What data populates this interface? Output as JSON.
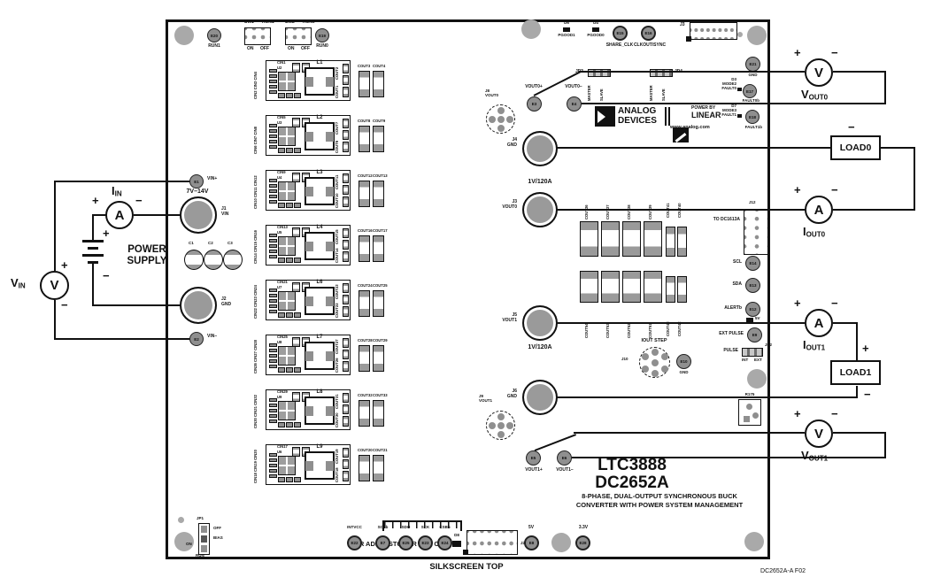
{
  "input": {
    "e1": {
      "id": "E1",
      "label": "VIN+",
      "range": "7V–14V"
    },
    "j1": {
      "id": "J1",
      "label": "VIN"
    },
    "caps": [
      "C1",
      "C2",
      "C3"
    ],
    "j2": {
      "id": "J2",
      "label": "GND"
    },
    "e2": {
      "id": "E2",
      "label": "VIN−"
    }
  },
  "external": {
    "power_supply": {
      "line1": "POWER",
      "line2": "SUPPLY"
    },
    "meters": {
      "vin": {
        "glyph": "V",
        "label": "V",
        "sub": "IN"
      },
      "iin": {
        "glyph": "A",
        "label": "I",
        "sub": "IN"
      },
      "vout0": {
        "glyph": "V",
        "label": "V",
        "sub": "OUT0"
      },
      "iout0": {
        "glyph": "A",
        "label": "I",
        "sub": "OUT0"
      },
      "iout1": {
        "glyph": "A",
        "label": "I",
        "sub": "OUT1"
      },
      "vout1": {
        "glyph": "V",
        "label": "V",
        "sub": "OUT1"
      }
    },
    "loads": {
      "load0": "LOAD0",
      "load1": "LOAD1"
    },
    "marks": {
      "plus": "+",
      "minus": "−"
    }
  },
  "board": {
    "switches": {
      "e20": {
        "id": "E20",
        "label": "RUN1"
      },
      "sw1": {
        "id": "SW1",
        "signal": "RUN1",
        "on": "ON",
        "off": "OFF"
      },
      "sw2": {
        "id": "SW2",
        "signal": "RUN0",
        "on": "ON",
        "off": "OFF"
      },
      "e19": {
        "id": "E19",
        "label": "RUN0"
      }
    },
    "top": {
      "d6": {
        "id": "D6",
        "label": "PGOOD1"
      },
      "d4": {
        "id": "D4",
        "label": "PGOOD0"
      },
      "e15": {
        "id": "E15",
        "label": "SHARE_CLK"
      },
      "e16": {
        "id": "E16",
        "label": "CLKOUT/SYNC"
      },
      "j3": {
        "id": "J3"
      }
    },
    "sync_jumpers": {
      "jp3": {
        "id": "JP3",
        "a": "MASTER",
        "b": "SLAVE"
      },
      "jp4": {
        "id": "JP4",
        "a": "MASTER",
        "b": "SLAVE"
      }
    },
    "logo": {
      "adi_line1": "ANALOG",
      "adi_line2": "DEVICES",
      "power_by": "POWER BY",
      "linear": "LINEAR",
      "url": "www.analog.com"
    },
    "channels": [
      {
        "l": "L1",
        "cin": "CIN1",
        "u": "U2",
        "ct": "COUT2",
        "cb": "COUT1",
        "ca": "COUT3",
        "cbb": "COUT4",
        "side": "CIN2 CIN3 CIN4"
      },
      {
        "l": "L2",
        "cin": "CIN5",
        "u": "U3",
        "ct": "COUT7",
        "cb": "COUT6",
        "ca": "COUT8",
        "cbb": "COUT9",
        "side": "CIN6 CIN7 CIN8"
      },
      {
        "l": "L3",
        "cin": "CIN9",
        "u": "U4",
        "ct": "COUT11",
        "cb": "COUT10",
        "ca": "COUT12",
        "cbb": "COUT13",
        "side": "CIN10 CIN11 CIN12"
      },
      {
        "l": "L4",
        "cin": "CIN13",
        "u": "U5",
        "ct": "COUT15",
        "cb": "COUT14",
        "ca": "COUT16",
        "cbb": "COUT17",
        "side": "CIN14 CIN15 CIN16"
      },
      {
        "l": "L6",
        "cin": "CIN21",
        "u": "U7",
        "ct": "COUT23",
        "cb": "COUT22",
        "ca": "COUT24",
        "cbb": "COUT25",
        "side": "CIN22 CIN23 CIN24"
      },
      {
        "l": "L7",
        "cin": "CIN25",
        "u": "U8",
        "ct": "COUT27",
        "cb": "COUT26",
        "ca": "COUT28",
        "cbb": "COUT29",
        "side": "CIN26 CIN27 CIN28"
      },
      {
        "l": "L8",
        "cin": "CIN29",
        "u": "U9",
        "ct": "COUT31",
        "cb": "COUT30",
        "ca": "COUT32",
        "cbb": "COUT33",
        "side": "CIN30 CIN31 CIN32"
      },
      {
        "l": "L9",
        "cin": "CIN17",
        "u": "U6",
        "ct": "COUT19",
        "cb": "COUT18",
        "ca": "COUT20",
        "cbb": "COUT21",
        "side": "CIN18 CIN19 CIN20"
      }
    ],
    "cap_bank0": {
      "labels": [
        "COUT36",
        "COUT37",
        "COUT38",
        "COUT39"
      ],
      "small_labels": [
        "COUT41",
        "COUT40"
      ]
    },
    "cap_bank1": {
      "labels": [
        "COUT54",
        "COUT53",
        "COUT52",
        "COUT51"
      ],
      "small_labels": [
        "COUT43",
        "COUT42"
      ]
    },
    "sense0": {
      "e3": {
        "id": "E3",
        "label": "VOUT0+"
      },
      "e4": {
        "id": "E4",
        "label": "VOUT0−"
      }
    },
    "sense1": {
      "e5": {
        "id": "E5",
        "label": "VOUT1+"
      },
      "e6": {
        "id": "E6",
        "label": "VOUT1−"
      }
    },
    "terminals": {
      "j8": {
        "id": "J8",
        "label": "VOUT0"
      },
      "j4": {
        "id": "J4",
        "label": "GND"
      },
      "j3": {
        "id": "J3",
        "label": "VOUT0",
        "rating": "1V/120A"
      },
      "j5": {
        "id": "J5",
        "label": "VOUT1",
        "rating": "1V/120A"
      },
      "j6": {
        "id": "J6",
        "label": "GND"
      },
      "j9": {
        "id": "J9",
        "label": "VOUT1"
      }
    },
    "right": {
      "e21": {
        "id": "E21",
        "label": "GND"
      },
      "fault0": {
        "ref": "D3",
        "mode": "MODE2",
        "name": "FAULT0",
        "pad": "E17",
        "pad_label": "FAULT0b"
      },
      "fault1": {
        "ref": "D7",
        "mode": "MODE3",
        "name": "FAULT1",
        "pad": "E18",
        "pad_label": "FAULT1b"
      },
      "pmbus": {
        "label": "TO DC1613A",
        "id": "J12"
      },
      "scl": {
        "label": "SCL",
        "pad": "E14"
      },
      "sda": {
        "label": "SDA",
        "pad": "E13"
      },
      "alert": {
        "label": "ALERTb",
        "pad": "E12"
      },
      "v5": "5V",
      "ext_pulse": {
        "label": "EXT PULSE",
        "pad": "E9"
      },
      "jp2": {
        "label": "PULSE",
        "id": "JP2",
        "int": "INT",
        "ext": "EXT"
      },
      "r175": "R175"
    },
    "iout_step": {
      "label": "IOUT STEP",
      "id": "J10",
      "gnd": {
        "id": "E10",
        "label": "GND"
      }
    },
    "title": {
      "part": "LTC3888",
      "board": "DC2652A",
      "desc1": "8-PHASE, DUAL-OUTPUT SYNCHRONOUS BUCK",
      "desc2": "CONVERTER WITH POWER SYSTEM MANAGEMENT"
    },
    "bottom": {
      "jp1": {
        "id": "JP1",
        "off": "OFF",
        "bias": "BIAS",
        "on": "ON",
        "run": "RUN"
      },
      "notice": "FOR ADI CUSTOMER USE ONLY",
      "pads": [
        {
          "label": "INTVCC",
          "id": "E22"
        },
        {
          "label": "SCLb",
          "id": "E7"
        },
        {
          "label": "SDO",
          "id": "E25"
        },
        {
          "label": "SCK",
          "id": "E23"
        },
        {
          "label": "CSBb",
          "id": "E24"
        }
      ],
      "d8": "D8",
      "j22": "J22",
      "v5": {
        "label": "5V",
        "id": "E8"
      },
      "v33": {
        "label": "3.3V",
        "id": "E28"
      },
      "silkscreen": "SILKSCREEN TOP"
    }
  },
  "footer": {
    "fig": "DC2652A-A F02"
  }
}
